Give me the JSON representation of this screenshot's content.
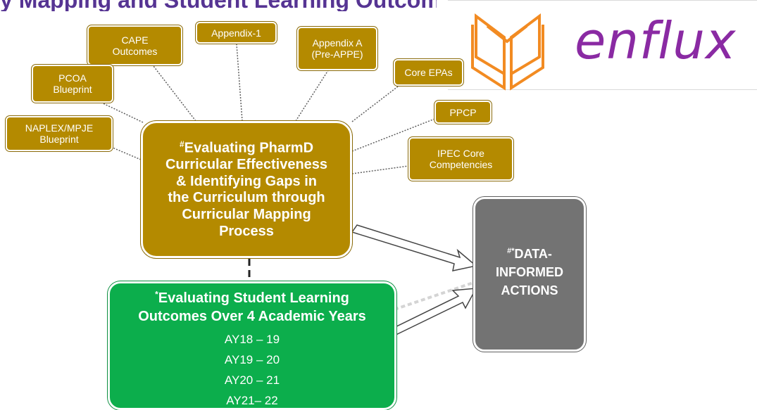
{
  "header": {
    "title_fragment": "y Mapping and Student Learning Outcomes Analy"
  },
  "branding": {
    "logo_name": "enflux-logo",
    "wordmark": "enflux",
    "colors": {
      "logo_orange": "#f28b22",
      "wordmark_purple": "#8a2aa3",
      "title_purple": "#4d2a8e"
    }
  },
  "diagram": {
    "main_box": {
      "marker": "#",
      "label": "Evaluating PharmD\nCurricular Effectiveness\n& Identifying Gaps in\nthe Curriculum through\nCurricular Mapping\nProcess",
      "color": "#b48a00"
    },
    "sources": [
      {
        "id": "cape",
        "label": "CAPE\nOutcomes"
      },
      {
        "id": "appendix1",
        "label": "Appendix-1"
      },
      {
        "id": "appendixA",
        "label": "Appendix A\n(Pre-APPE)"
      },
      {
        "id": "pcoa",
        "label": "PCOA\nBlueprint"
      },
      {
        "id": "core_epas",
        "label": "Core EPAs"
      },
      {
        "id": "ppcp",
        "label": "PPCP"
      },
      {
        "id": "naplex",
        "label": "NAPLEX/MPJE\nBlueprint"
      },
      {
        "id": "ipec",
        "label": "IPEC Core\nCompetencies"
      }
    ],
    "student_outcomes": {
      "marker": "*",
      "label": "Evaluating Student Learning\nOutcomes Over 4 Academic Years",
      "years": [
        "AY18 – 19",
        "AY19 – 20",
        "AY20 – 21",
        "AY21– 22"
      ],
      "color": "#0cae4c"
    },
    "actions": {
      "marker": "#*",
      "label": "DATA-\nINFORMED\nACTIONS",
      "color": "#737373"
    }
  }
}
